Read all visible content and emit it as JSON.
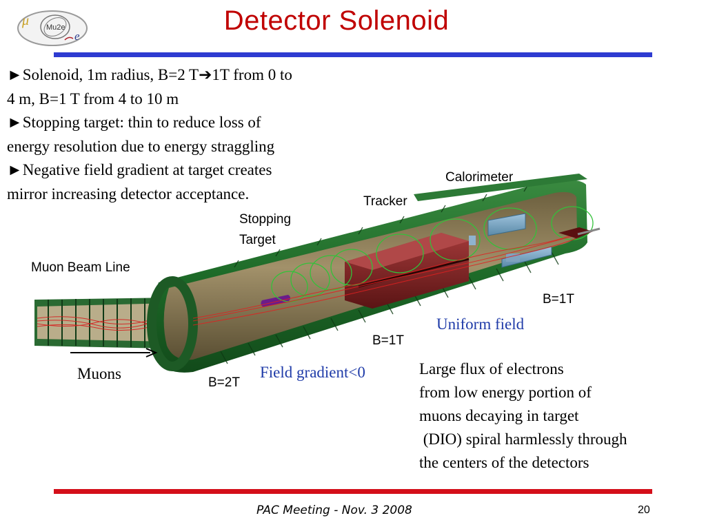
{
  "slide": {
    "title": "Detector Solenoid",
    "logo_text": "Mu2e",
    "bullets": [
      [
        "►Solenoid, 1m radius, B=2 T",
        "1T from 0 to"
      ],
      [
        "4 m, B=1 T from 4 to 10 m"
      ],
      [
        "►Stopping target: thin to reduce loss of"
      ],
      [
        "energy resolution due to energy straggling"
      ],
      [
        "►Negative field gradient at target creates"
      ],
      [
        "mirror increasing detector acceptance."
      ]
    ],
    "arrow_glyph": "➔",
    "labels": {
      "calorimeter": "Calorimeter",
      "tracker": "Tracker",
      "stopping_target_1": "Stopping",
      "stopping_target_2": "Target",
      "muon_beam_line": "Muon Beam Line",
      "b1t_right": "B=1T",
      "uniform_field": "Uniform field",
      "b1t_center": "B=1T",
      "muons": "Muons",
      "b2t": "B=2T",
      "field_gradient": "Field gradient<0"
    },
    "dio_text": [
      "Large flux of electrons",
      "from low energy portion of",
      "muons decaying in target",
      " (DIO) spiral harmlessly through",
      "the centers of the detectors"
    ],
    "footer": "PAC Meeting - Nov. 3 2008",
    "page_number": "20",
    "colors": {
      "title": "#c00000",
      "top_rule": "#2e3bd1",
      "bottom_rule": "#d40f1a",
      "field_labels": "#1f3ba8",
      "solenoid_green": "#1f6b2a",
      "interior": "#8a7a55"
    }
  }
}
